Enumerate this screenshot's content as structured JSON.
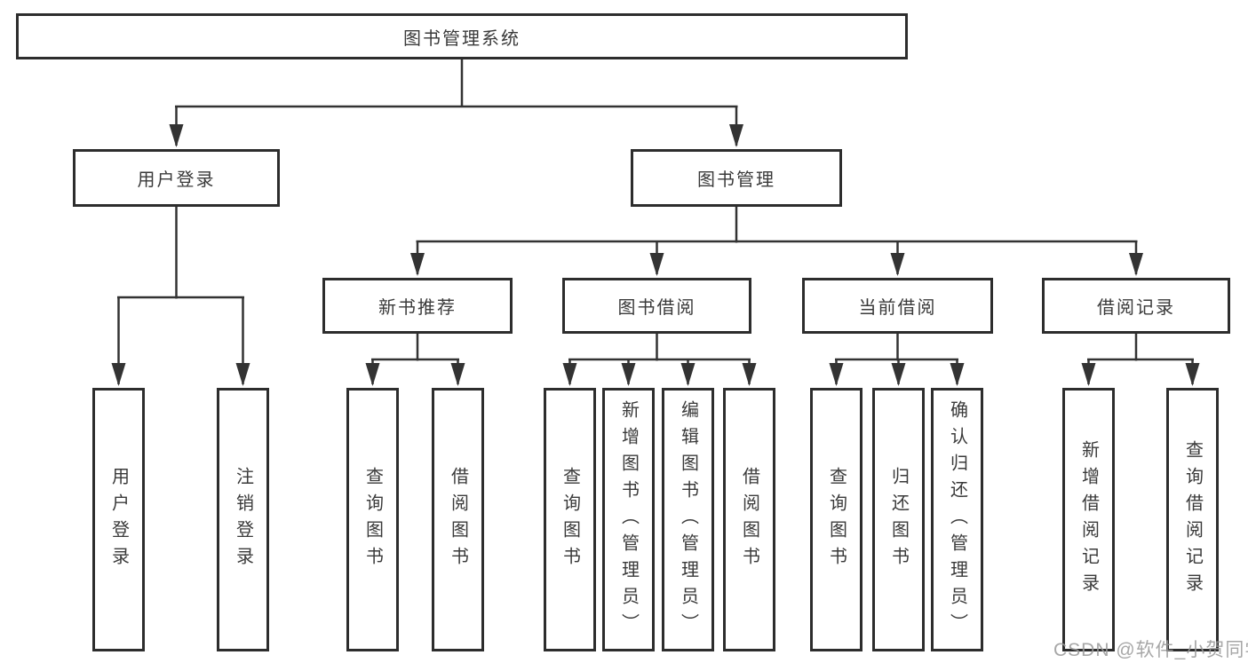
{
  "diagram": {
    "root": {
      "label": "图书管理系统"
    },
    "level2": [
      {
        "label": "用户登录"
      },
      {
        "label": "图书管理"
      }
    ],
    "level3": [
      {
        "label": "新书推荐"
      },
      {
        "label": "图书借阅"
      },
      {
        "label": "当前借阅"
      },
      {
        "label": "借阅记录"
      }
    ],
    "leaves": {
      "user_login": [
        "用户登录",
        "注销登录"
      ],
      "new_book": [
        "查询图书",
        "借阅图书"
      ],
      "book_borrow": [
        "查询图书",
        "新增图书（管理员）",
        "编辑图书（管理员）",
        "借阅图书"
      ],
      "current_borrow": [
        "查询图书",
        "归还图书",
        "确认归还（管理员）"
      ],
      "borrow_record": [
        "新增借阅记录",
        "查询借阅记录"
      ]
    }
  },
  "colors": {
    "line": "#333333",
    "box_border": "#2d2d2d",
    "text": "#3a3a3a",
    "watermark": "#9b9b9b"
  },
  "watermark": "CSDN @软件_小贺同学"
}
